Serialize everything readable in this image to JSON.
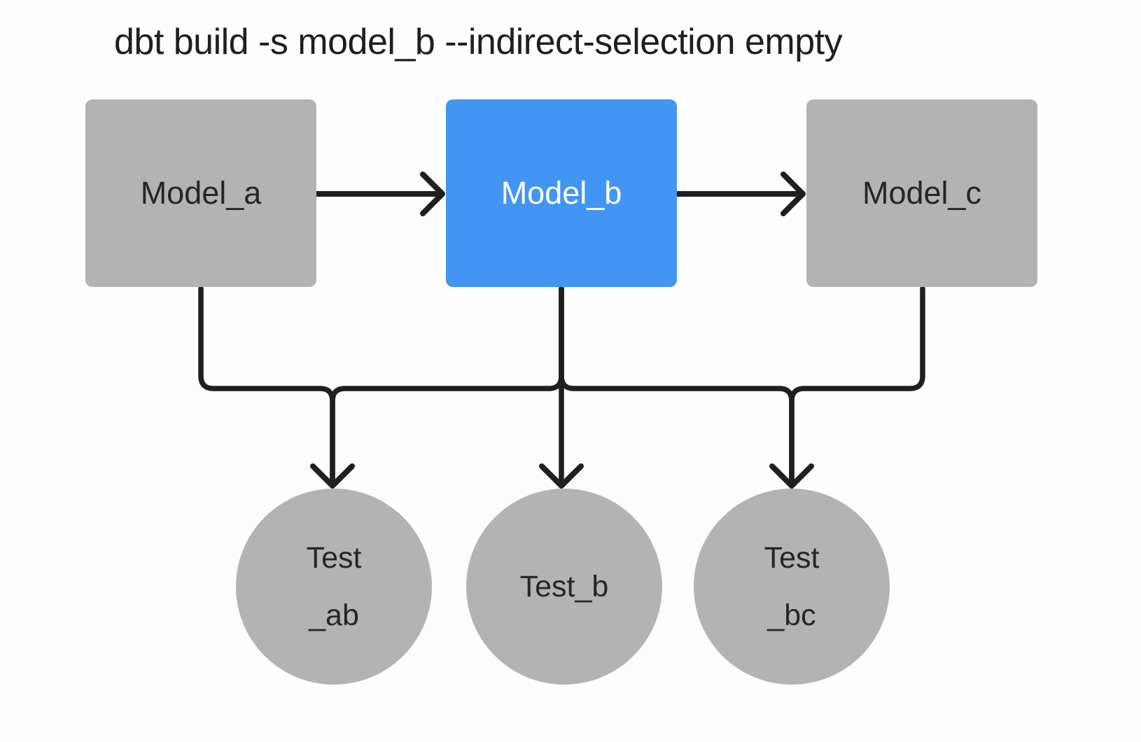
{
  "title": "dbt build -s model_b --indirect-selection empty",
  "colors": {
    "background": "#fdfdfd",
    "node_default": "#b3b3b3",
    "node_selected": "#4295f2",
    "edge": "#1f1f1f",
    "label_dark": "#262626",
    "label_light": "#ffffff"
  },
  "nodes": {
    "model_a": {
      "label": "Model_a",
      "shape": "rect",
      "selected": false
    },
    "model_b": {
      "label": "Model_b",
      "shape": "rect",
      "selected": true
    },
    "model_c": {
      "label": "Model_c",
      "shape": "rect",
      "selected": false
    },
    "test_ab": {
      "label_lines": [
        "Test",
        "_ab"
      ],
      "shape": "circle",
      "selected": false
    },
    "test_b": {
      "label_lines": [
        "Test_b"
      ],
      "shape": "circle",
      "selected": false
    },
    "test_bc": {
      "label_lines": [
        "Test",
        "_bc"
      ],
      "shape": "circle",
      "selected": false
    }
  },
  "edges": [
    {
      "from": "model_a",
      "to": "model_b"
    },
    {
      "from": "model_b",
      "to": "model_c"
    },
    {
      "from": "model_a",
      "to": "test_ab"
    },
    {
      "from": "model_b",
      "to": "test_ab"
    },
    {
      "from": "model_b",
      "to": "test_b"
    },
    {
      "from": "model_b",
      "to": "test_bc"
    },
    {
      "from": "model_c",
      "to": "test_bc"
    }
  ]
}
